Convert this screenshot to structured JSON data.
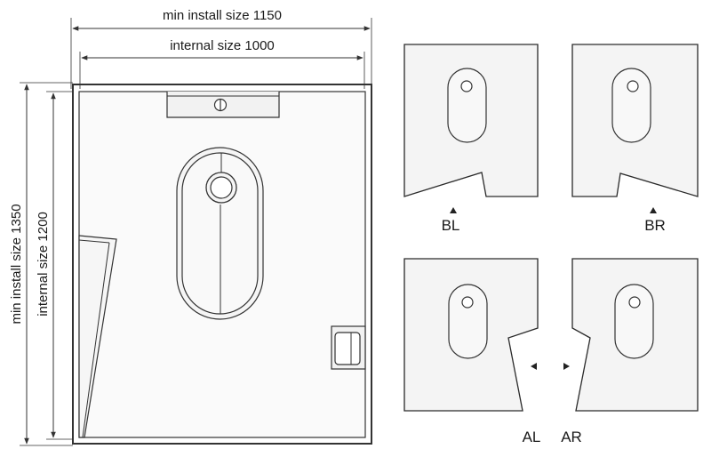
{
  "dimensions": {
    "min_install_width": "min install size 1150",
    "internal_width": "internal size 1000",
    "min_install_depth": "min install size 1350",
    "internal_depth": "internal size 1200"
  },
  "variants": {
    "bl": "BL",
    "br": "BR",
    "al": "AL",
    "ar": "AR"
  },
  "colors": {
    "line": "#333333",
    "panel_fill": "#f4f4f4",
    "background": "#ffffff"
  }
}
